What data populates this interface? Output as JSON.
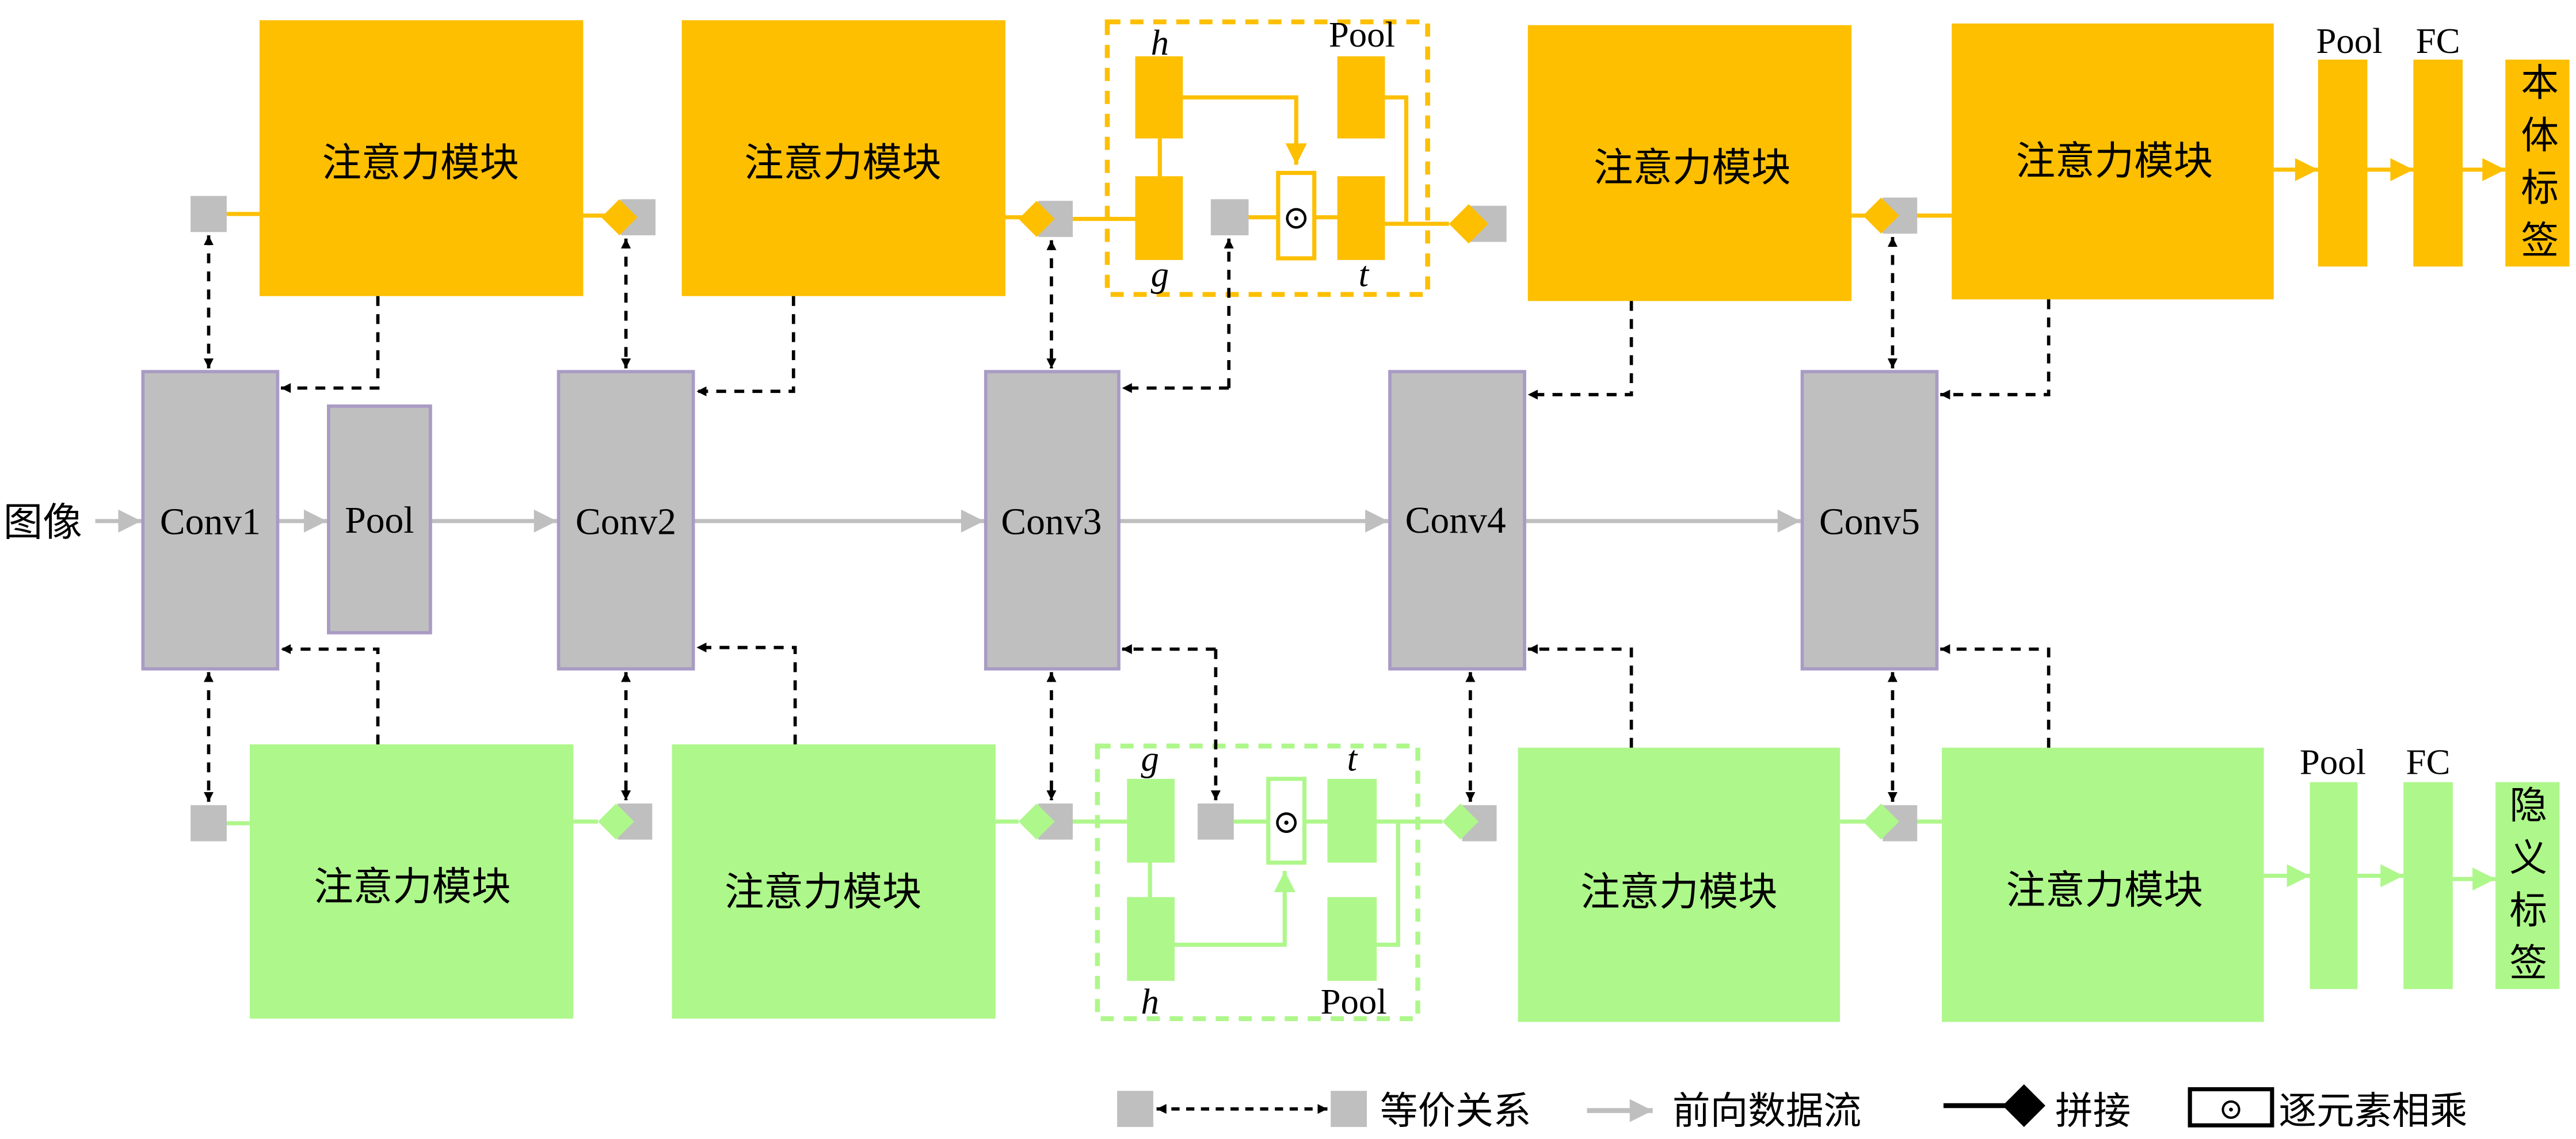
{
  "colors": {
    "orange": "#FDBF00",
    "green": "#AEF78B",
    "gray": "#BFBFBF",
    "conv_border": "#A99BC4",
    "dash": "#000000",
    "forward": "#BFBFBF"
  },
  "input_label": "图像",
  "backbone": {
    "conv1": "Conv1",
    "pool": "Pool",
    "conv2": "Conv2",
    "conv3": "Conv3",
    "conv4": "Conv4",
    "conv5": "Conv5"
  },
  "top_branch": {
    "attention_label": "注意力模块",
    "detail": {
      "h": "h",
      "g": "g",
      "t": "t",
      "pool": "Pool",
      "op": "⊙"
    },
    "pool_label": "Pool",
    "fc_label": "FC",
    "output_chars": [
      "本",
      "体",
      "标",
      "签"
    ]
  },
  "bottom_branch": {
    "attention_label": "注意力模块",
    "detail": {
      "h": "h",
      "g": "g",
      "t": "t",
      "pool": "Pool",
      "op": "⊙"
    },
    "pool_label": "Pool",
    "fc_label": "FC",
    "output_chars": [
      "隐",
      "义",
      "标",
      "签"
    ]
  },
  "legend": {
    "equivalence": "等价关系",
    "forward": "前向数据流",
    "concat": "拼接",
    "elementwise": "逐元素相乘",
    "op_symbol": "⊙"
  }
}
